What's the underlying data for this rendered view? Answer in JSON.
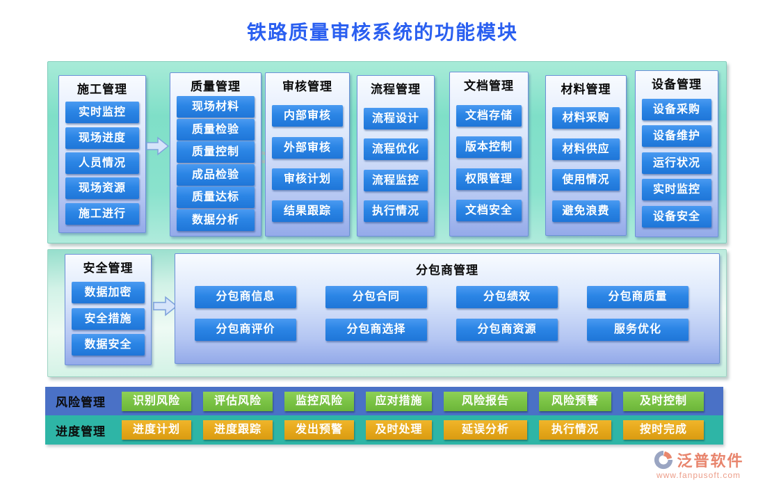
{
  "title": "铁路质量审核系统的功能模块",
  "top_modules": [
    {
      "header": "施工管理",
      "items": [
        "实时监控",
        "现场进度",
        "人员情况",
        "现场资源",
        "施工进行"
      ]
    },
    {
      "header": "质量管理",
      "items": [
        "现场材料",
        "质量检验",
        "质量控制",
        "成品检验",
        "质量达标",
        "数据分析"
      ]
    },
    {
      "header": "审核管理",
      "items": [
        "内部审核",
        "外部审核",
        "审核计划",
        "结果跟踪"
      ]
    },
    {
      "header": "流程管理",
      "items": [
        "流程设计",
        "流程优化",
        "流程监控",
        "执行情况"
      ]
    },
    {
      "header": "文档管理",
      "items": [
        "文档存储",
        "版本控制",
        "权限管理",
        "文档安全"
      ]
    },
    {
      "header": "材料管理",
      "items": [
        "材料采购",
        "材料供应",
        "使用情况",
        "避免浪费"
      ]
    },
    {
      "header": "设备管理",
      "items": [
        "设备采购",
        "设备维护",
        "运行状况",
        "实时监控",
        "设备安全"
      ]
    }
  ],
  "security": {
    "header": "安全管理",
    "items": [
      "数据加密",
      "安全措施",
      "数据安全"
    ]
  },
  "subcontractor": {
    "header": "分包商管理",
    "row1": [
      "分包商信息",
      "分包合同",
      "分包绩效",
      "分包商质量"
    ],
    "row2": [
      "分包商评价",
      "分包商选择",
      "分包商资源",
      "服务优化"
    ]
  },
  "risk": {
    "label": "风险管理",
    "items": [
      "识别风险",
      "评估风险",
      "监控风险",
      "应对措施",
      "风险报告",
      "风险预警",
      "及时控制"
    ]
  },
  "progress": {
    "label": "进度管理",
    "items": [
      "进度计划",
      "进度跟踪",
      "发出预警",
      "及时处理",
      "延误分析",
      "执行情况",
      "按时完成"
    ]
  },
  "logo": {
    "name": "泛普软件",
    "url": "www.fanpusoft.com"
  },
  "colors": {
    "title_blue": "#2a5ff0",
    "board_teal": "#7fdfc8",
    "panel_blue_light": "#dde8fb",
    "button_blue": "#2b85e5",
    "risk_row_bg": "#4a71c6",
    "progress_row_bg": "#2eb5a6",
    "button_green": "#79c244",
    "button_orange": "#e5a71a",
    "logo_salmon": "#e8846c"
  }
}
